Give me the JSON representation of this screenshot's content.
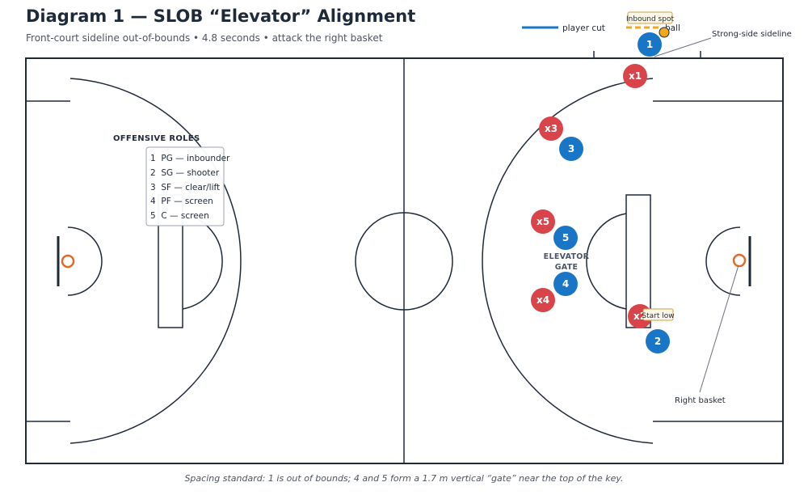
{
  "header": {
    "title": "Diagram 1 — SLOB “Elevator” Alignment",
    "subtitle": "Front-court sideline out-of-bounds • 4.8 seconds • attack the right basket"
  },
  "legend": {
    "player_cut": "player cut",
    "inbound_spot": "Inbound spot",
    "ball": "ball"
  },
  "colors": {
    "offense": "#1976c6",
    "defense": "#d9434a",
    "court_line": "#1e2a3a",
    "rim": "#e06a2a",
    "ball": "#f2a81d",
    "inbound_line": "#f2a81d"
  },
  "annotations": {
    "strong_side_sideline": "Strong-side sideline",
    "right_basket": "Right basket",
    "start_low": "Start low",
    "gate_line1": "ELEVATOR",
    "gate_line2": "GATE"
  },
  "roles": {
    "heading": "OFFENSIVE ROLES",
    "items": [
      "1  PG — inbounder",
      "2  SG — shooter",
      "3  SF — clear/lift",
      "4  PF — screen",
      "5  C — screen"
    ]
  },
  "players": {
    "offense": [
      "1",
      "2",
      "3",
      "4",
      "5"
    ],
    "defense": [
      "x1",
      "x2",
      "x3",
      "x4",
      "x5"
    ]
  },
  "caption": "Spacing standard: 1 is out of bounds; 4 and 5 form a 1.7 m vertical “gate” near the top of the key."
}
